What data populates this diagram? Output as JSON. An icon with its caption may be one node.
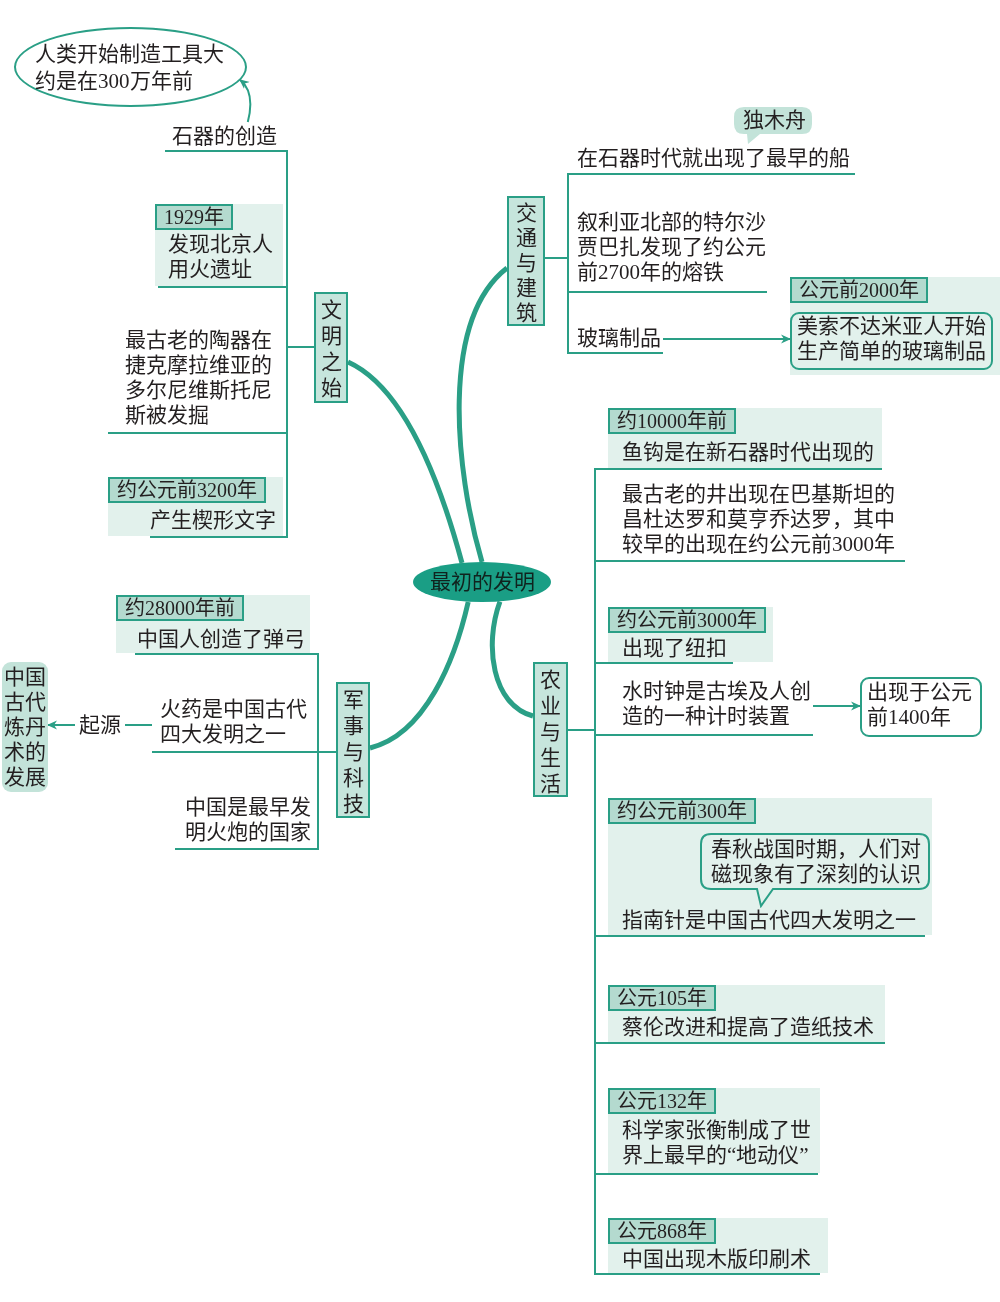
{
  "diagram": {
    "nodes": [
      {
        "text": [
          "最初的发明"
        ]
      },
      {
        "text": [
          "文明之始"
        ]
      },
      {
        "text": [
          "石器的创造"
        ]
      },
      {
        "text": [
          "人类开始制造工具大约是在300万年前"
        ]
      },
      {
        "text": [
          "1929年",
          "发现北京人用火遗址"
        ]
      },
      {
        "text": [
          "最古老的陶器在捷克摩拉维亚的多尔尼维斯托尼斯被发掘"
        ]
      },
      {
        "text": [
          "约公元前3200年",
          "产生楔形文字"
        ]
      },
      {
        "text": [
          "交通与建筑"
        ]
      },
      {
        "text": [
          "在石器时代就出现了最早的船"
        ]
      },
      {
        "text": [
          "独木舟"
        ]
      },
      {
        "text": [
          "叙利亚北部的特尔沙贾巴扎发现了约公元前2700年的熔铁"
        ]
      },
      {
        "text": [
          "玻璃制品"
        ]
      },
      {
        "text": [
          "公元前2000年"
        ]
      },
      {
        "text": [
          "美索不达米亚人开始生产简单的玻璃制品"
        ],
        "in": 12
      },
      {
        "text": [
          "军事与科技"
        ]
      },
      {
        "text": [
          "约28000年前",
          "中国人创造了弹弓"
        ]
      },
      {
        "text": [
          "火药是中国古代四大发明之一"
        ]
      },
      {
        "text": [
          "中国古代炼丹术的发展"
        ]
      },
      {
        "text": [
          "中国是最早发明火炮的国家"
        ]
      },
      {
        "text": [
          "农业与生活"
        ]
      },
      {
        "text": [
          "约10000年前",
          "鱼钩是在新石器时代出现的"
        ]
      },
      {
        "text": [
          "最古老的井出现在巴基斯坦的昌杜达罗和莫亨乔达罗，其中较早的出现在约公元前3000年"
        ]
      },
      {
        "text": [
          "约公元前3000年",
          "出现了纽扣"
        ]
      },
      {
        "text": [
          "水时钟是古埃及人创造的一种计时装置"
        ]
      },
      {
        "text": [
          "出现于公元前1400年"
        ]
      },
      {
        "text": [
          "约公元前300年",
          "指南针是中国古代四大发明之一"
        ]
      },
      {
        "text": [
          "春秋战国时期，人们对磁现象有了深刻的认识"
        ],
        "in": 25
      },
      {
        "text": [
          "公元105年",
          "蔡伦改进和提高了造纸技术"
        ]
      },
      {
        "text": [
          "公元132年",
          "科学家张衡制成了世界上最早的“地动仪”"
        ]
      },
      {
        "text": [
          "公元868年",
          "中国出现木版印刷术"
        ]
      }
    ],
    "edges": [
      {
        "from": 0,
        "to": 1,
        "arrow": "none",
        "style": "thick"
      },
      {
        "from": 0,
        "to": 7,
        "arrow": "none",
        "style": "thick"
      },
      {
        "from": 0,
        "to": 14,
        "arrow": "none",
        "style": "thick"
      },
      {
        "from": 0,
        "to": 19,
        "arrow": "none",
        "style": "thick"
      },
      {
        "from": 1,
        "to": 2,
        "arrow": "none"
      },
      {
        "from": 2,
        "to": 3,
        "arrow": "to"
      },
      {
        "from": 1,
        "to": 4,
        "arrow": "none"
      },
      {
        "from": 1,
        "to": 5,
        "arrow": "none"
      },
      {
        "from": 1,
        "to": 6,
        "arrow": "none"
      },
      {
        "from": 7,
        "to": 8,
        "arrow": "none"
      },
      {
        "from": 7,
        "to": 10,
        "arrow": "none"
      },
      {
        "from": 7,
        "to": 11,
        "arrow": "none"
      },
      {
        "from": 11,
        "to": 13,
        "arrow": "to"
      },
      {
        "from": 14,
        "to": 15,
        "arrow": "none"
      },
      {
        "from": 14,
        "to": 16,
        "arrow": "none"
      },
      {
        "from": 16,
        "to": 17,
        "arrow": "to",
        "label": "起源"
      },
      {
        "from": 14,
        "to": 18,
        "arrow": "none"
      },
      {
        "from": 19,
        "to": 20,
        "arrow": "none"
      },
      {
        "from": 19,
        "to": 21,
        "arrow": "none"
      },
      {
        "from": 19,
        "to": 22,
        "arrow": "none"
      },
      {
        "from": 19,
        "to": 23,
        "arrow": "none"
      },
      {
        "from": 23,
        "to": 24,
        "arrow": "to"
      },
      {
        "from": 19,
        "to": 25,
        "arrow": "none"
      },
      {
        "from": 19,
        "to": 27,
        "arrow": "none"
      },
      {
        "from": 19,
        "to": 28,
        "arrow": "none"
      },
      {
        "from": 19,
        "to": 29,
        "arrow": "none"
      }
    ]
  }
}
